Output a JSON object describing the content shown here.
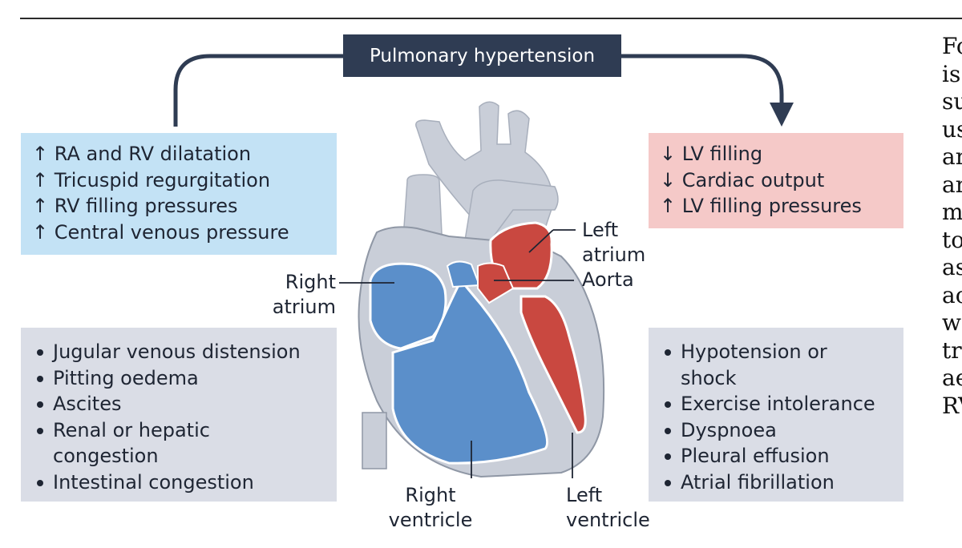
{
  "title": "Pulmonary hypertension",
  "right_effects": {
    "lines": [
      "↓ LV filling",
      "↓ Cardiac output",
      "↑ LV filling pressures"
    ]
  },
  "left_effects": {
    "lines": [
      "↑ RA and RV dilatation",
      "↑ Tricuspid regurgitation",
      "↑ RV filling pressures",
      "↑ Central venous pressure"
    ]
  },
  "right_signs": {
    "items": [
      "Hypotension or shock",
      "Exercise intolerance",
      "Dyspnoea",
      "Pleural effusion",
      "Atrial fibrillation"
    ]
  },
  "left_signs": {
    "items": [
      "Jugular venous distension",
      "Pitting oedema",
      "Ascites",
      "Renal or hepatic congestion",
      "Intestinal congestion"
    ]
  },
  "heart_labels": {
    "left_atrium": [
      "Left",
      "atrium"
    ],
    "aorta": "Aorta",
    "right_atrium": [
      "Right",
      "atrium"
    ],
    "right_ventricle": [
      "Right",
      "ventricle"
    ],
    "left_ventricle": [
      "Left",
      "ventricle"
    ]
  },
  "side_text_fragments": [
    "Fo",
    "is",
    "su",
    "us",
    "ar",
    "ar",
    "m",
    "to",
    "as",
    "ac",
    "w",
    "tr",
    "ae",
    "RV"
  ],
  "colors": {
    "title_bg": "#2f3c53",
    "blue_box": "#c3e2f5",
    "pink_box": "#f5c9c8",
    "grey_box": "#dadde6",
    "deoxygenated_blood": "#5b8fca",
    "oxygenated_blood": "#c94840",
    "heart_wall": "#c9ced8"
  }
}
